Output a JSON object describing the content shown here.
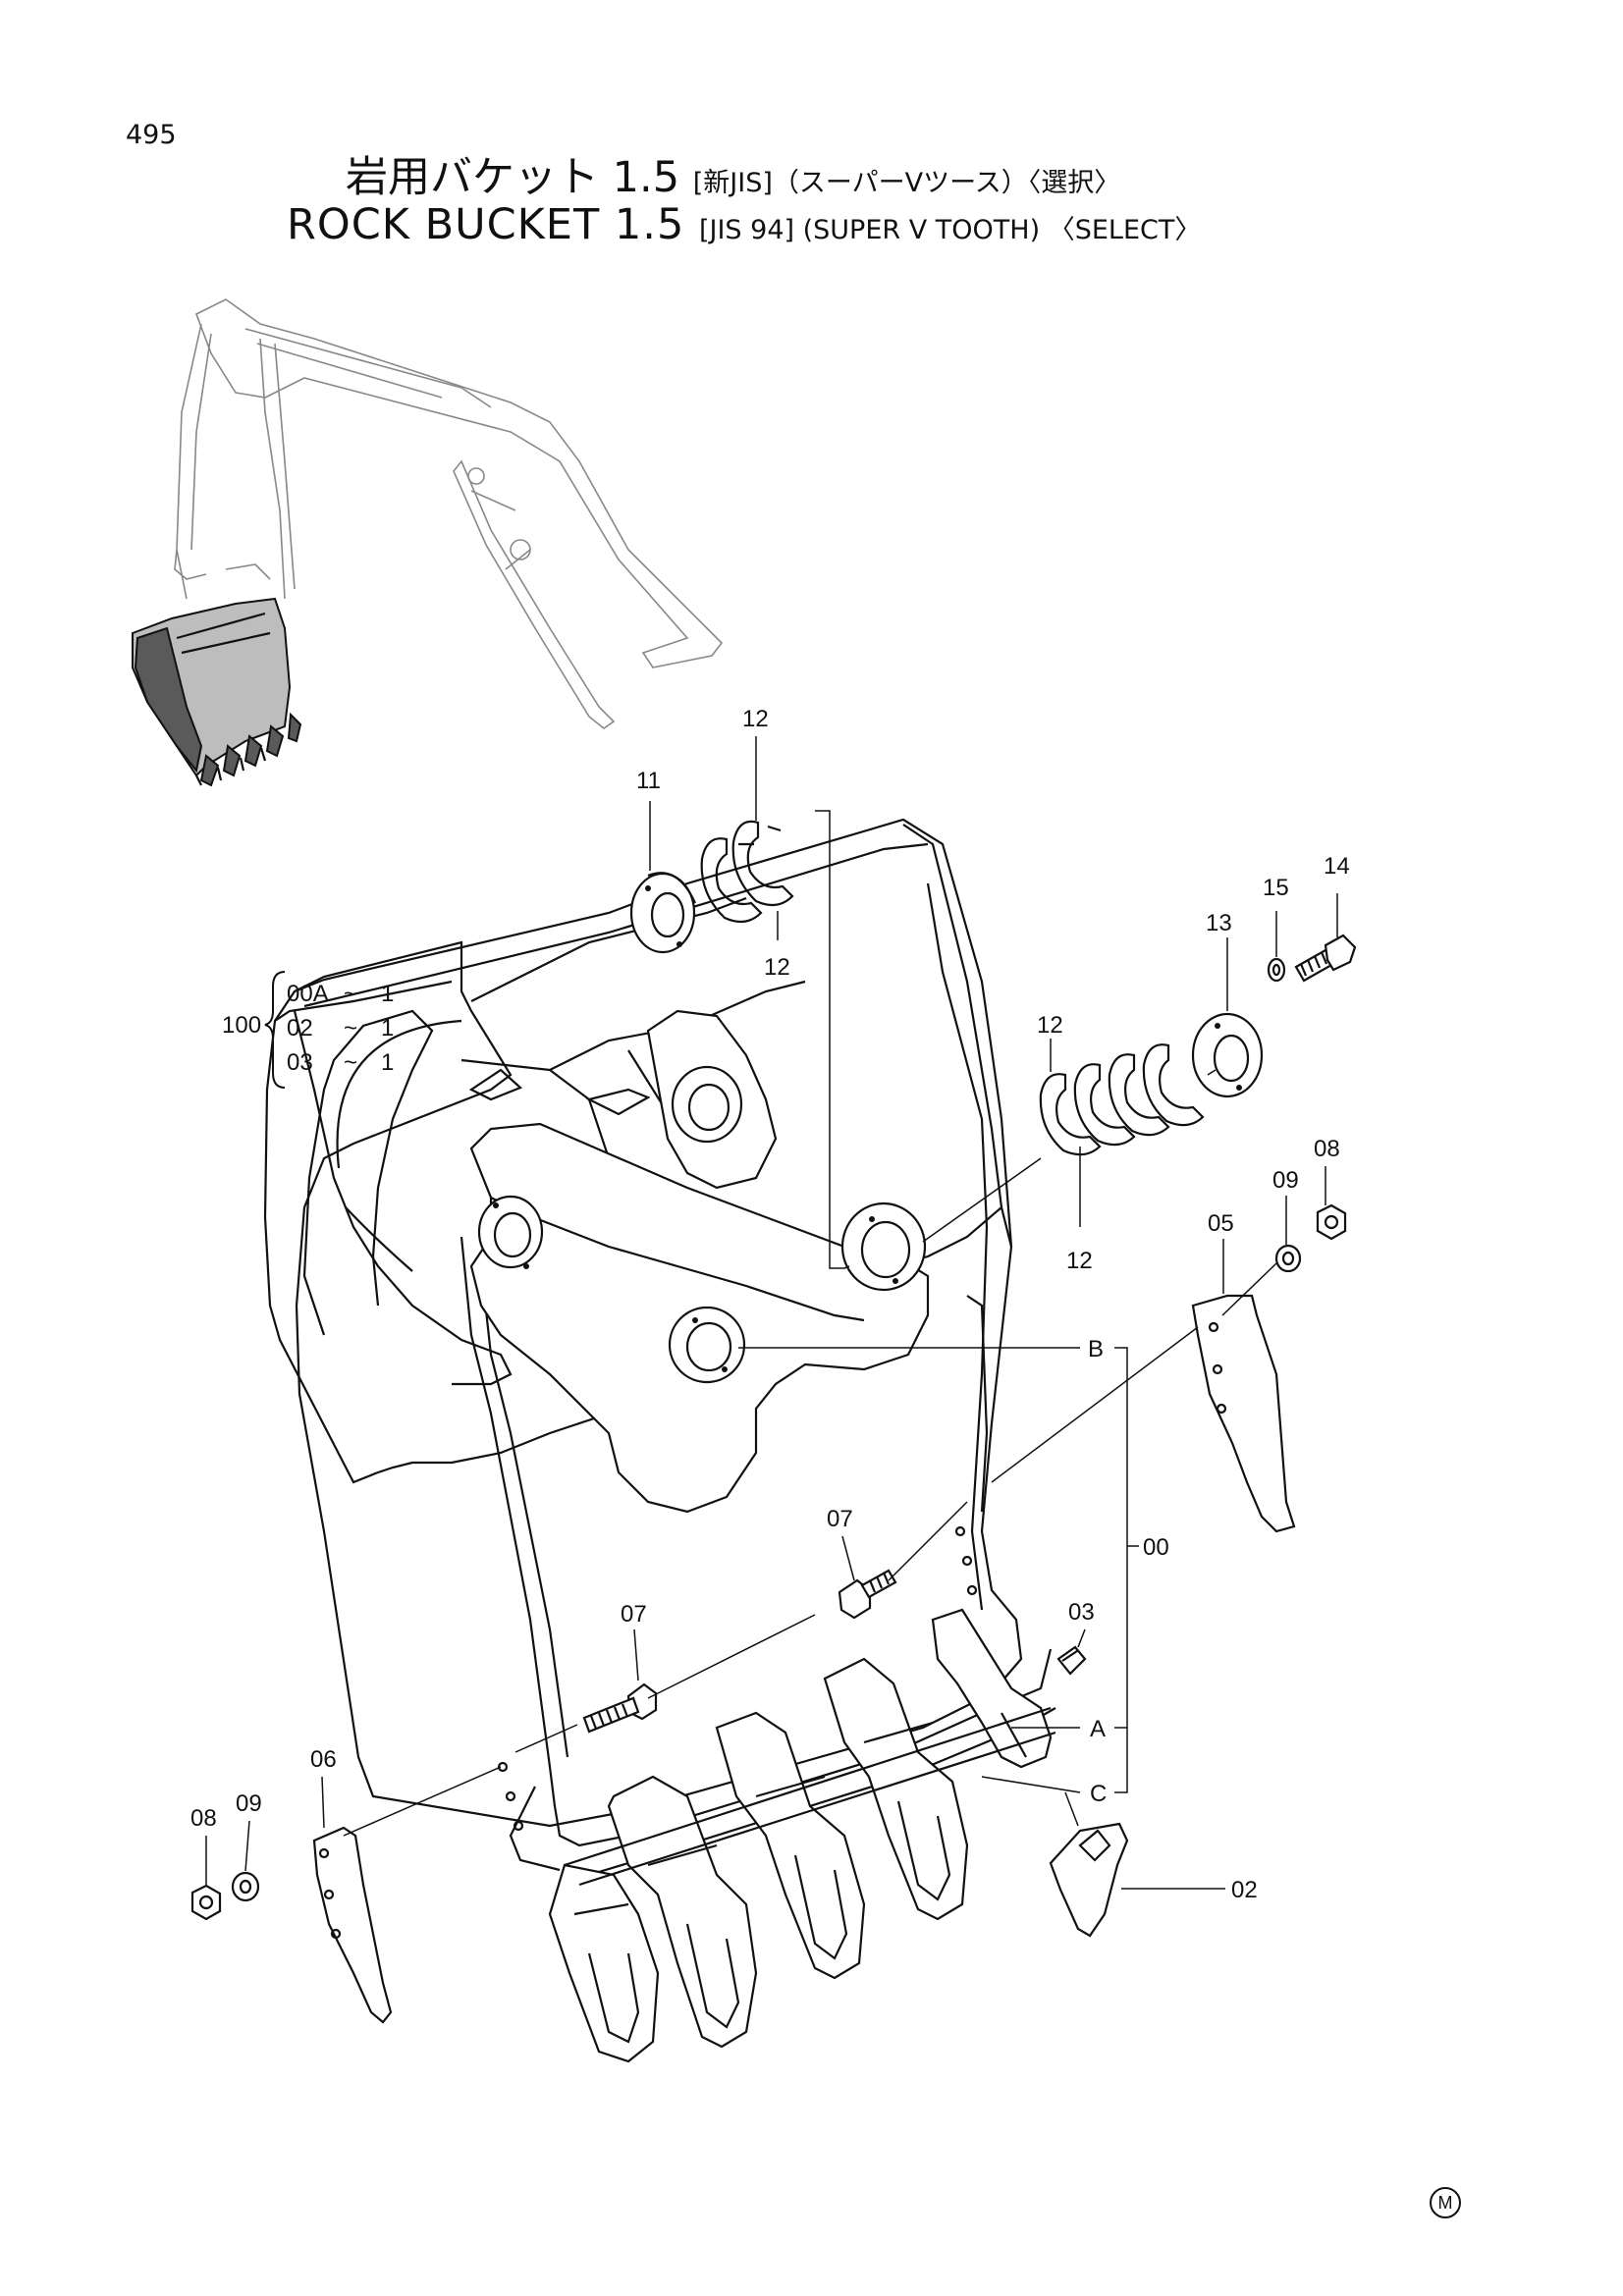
{
  "page_number": "495",
  "title_jp": {
    "main": "岩用バケット 1.5",
    "sub": "[新JIS]（スーパーVツース）〈選択〉"
  },
  "title_en": {
    "main": "ROCK BUCKET 1.5",
    "sub": "[JIS 94] (SUPER V TOOTH) 〈SELECT〉"
  },
  "assembly_table": {
    "parent": "100",
    "rows": [
      {
        "code": "00A",
        "qty": "1"
      },
      {
        "code": "02",
        "qty": "1"
      },
      {
        "code": "03",
        "qty": "1"
      }
    ],
    "separator": "~"
  },
  "callouts": [
    {
      "id": "c12a",
      "text": "12"
    },
    {
      "id": "c11",
      "text": "11"
    },
    {
      "id": "c12b",
      "text": "12"
    },
    {
      "id": "c15",
      "text": "15"
    },
    {
      "id": "c14",
      "text": "14"
    },
    {
      "id": "c13",
      "text": "13"
    },
    {
      "id": "c12c",
      "text": "12"
    },
    {
      "id": "c08a",
      "text": "08"
    },
    {
      "id": "c09a",
      "text": "09"
    },
    {
      "id": "c05",
      "text": "05"
    },
    {
      "id": "c12d",
      "text": "12"
    },
    {
      "id": "cB",
      "text": "B"
    },
    {
      "id": "c07a",
      "text": "07"
    },
    {
      "id": "c00",
      "text": "00"
    },
    {
      "id": "c03",
      "text": "03"
    },
    {
      "id": "c07b",
      "text": "07"
    },
    {
      "id": "cA",
      "text": "A"
    },
    {
      "id": "c06",
      "text": "06"
    },
    {
      "id": "c09b",
      "text": "09"
    },
    {
      "id": "c08b",
      "text": "08"
    },
    {
      "id": "cC",
      "text": "C"
    },
    {
      "id": "c02",
      "text": "02"
    }
  ],
  "corner_mark": "M"
}
